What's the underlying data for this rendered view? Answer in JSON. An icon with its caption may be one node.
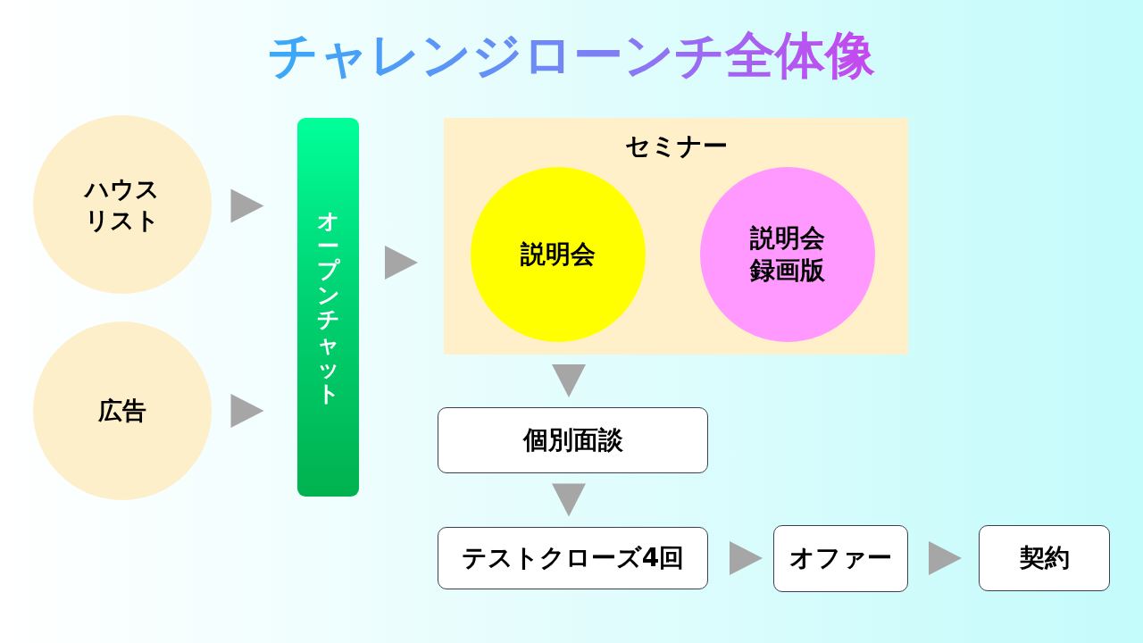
{
  "diagram": {
    "title": "チャレンジローンチ全体像",
    "nodes": [
      {
        "text": [
          "ハウスリスト"
        ]
      },
      {
        "text": [
          "広告"
        ]
      },
      {
        "text": [
          "オープンチャット"
        ]
      },
      {
        "text": [
          "セミナー"
        ]
      },
      {
        "text": [
          "説明会"
        ],
        "in": 3
      },
      {
        "text": [
          "説明会録画版"
        ],
        "in": 3
      },
      {
        "text": [
          "個別面談"
        ]
      },
      {
        "text": [
          "テストクローズ4回"
        ]
      },
      {
        "text": [
          "オファー"
        ]
      },
      {
        "text": [
          "契約"
        ]
      }
    ],
    "edges": [
      {
        "from": 0,
        "to": 2,
        "arrow": "to"
      },
      {
        "from": 1,
        "to": 2,
        "arrow": "to"
      },
      {
        "from": 2,
        "to": 3,
        "arrow": "to"
      },
      {
        "from": 3,
        "to": 6,
        "arrow": "to"
      },
      {
        "from": 6,
        "to": 7,
        "arrow": "to"
      },
      {
        "from": 7,
        "to": 8,
        "arrow": "to"
      },
      {
        "from": 8,
        "to": 9,
        "arrow": "to"
      }
    ]
  }
}
